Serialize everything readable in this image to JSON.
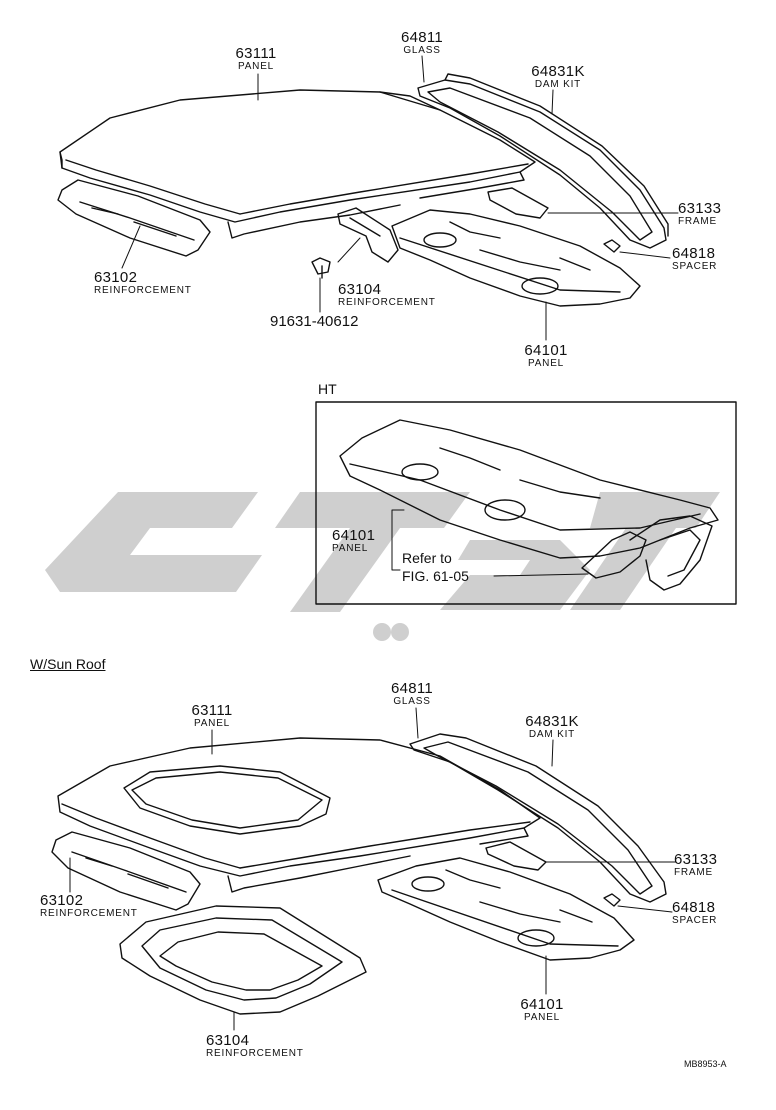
{
  "upper": {
    "panel": {
      "num": "63111",
      "name": "PANEL"
    },
    "glass": {
      "num": "64811",
      "name": "GLASS"
    },
    "dam_kit": {
      "num": "64831K",
      "name": "DAM KIT"
    },
    "frame": {
      "num": "63133",
      "name": "FRAME"
    },
    "spacer": {
      "num": "64818",
      "name": "SPACER"
    },
    "reinf_front": {
      "num": "63102",
      "name": "REINFORCEMENT"
    },
    "reinf_rear": {
      "num": "63104",
      "name": "REINFORCEMENT"
    },
    "bolt": {
      "num": "91631-40612"
    },
    "rear_panel": {
      "num": "64101",
      "name": "PANEL"
    }
  },
  "ht": {
    "title": "HT",
    "panel": {
      "num": "64101",
      "name": "PANEL"
    },
    "refer_line1": "Refer to",
    "refer_line2": "FIG. 61-05"
  },
  "sunroof": {
    "section_title": "W/Sun Roof",
    "panel": {
      "num": "63111",
      "name": "PANEL"
    },
    "glass": {
      "num": "64811",
      "name": "GLASS"
    },
    "dam_kit": {
      "num": "64831K",
      "name": "DAM KIT"
    },
    "frame": {
      "num": "63133",
      "name": "FRAME"
    },
    "spacer": {
      "num": "64818",
      "name": "SPACER"
    },
    "reinf_front": {
      "num": "63102",
      "name": "REINFORCEMENT"
    },
    "reinf_rear": {
      "num": "63104",
      "name": "REINFORCEMENT"
    },
    "rear_panel": {
      "num": "64101",
      "name": "PANEL"
    }
  },
  "figure_code": "MB8953-A",
  "colors": {
    "ink": "#111111",
    "watermark": "#cccccc"
  }
}
